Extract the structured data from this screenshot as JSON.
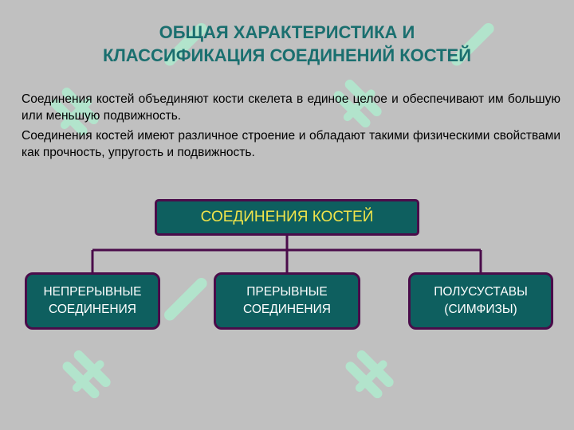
{
  "title": {
    "line1": "ОБЩАЯ ХАРАКТЕРИСТИКА И",
    "line2": "КЛАССИФИКАЦИЯ СОЕДИНЕНИЙ КОСТЕЙ"
  },
  "paragraphs": [
    "Соединения костей объединяют кости скелета в единое целое и обеспечивают им большую или меньшую подвижность.",
    "Соединения костей имеют различное строение и обладают такими физическими свойствами как прочность, упругость и подвижность."
  ],
  "diagram": {
    "root": "СОЕДИНЕНИЯ КОСТЕЙ",
    "children": [
      {
        "line1": "НЕПРЕРЫВНЫЕ",
        "line2": "СОЕДИНЕНИЯ"
      },
      {
        "line1": "ПРЕРЫВНЫЕ",
        "line2": "СОЕДИНЕНИЯ"
      },
      {
        "line1": "ПОЛУСУСТАВЫ",
        "line2": "(СИМФИЗЫ)"
      }
    ]
  },
  "colors": {
    "background": "#c0c0c0",
    "title": "#1a6f6f",
    "node_fill": "#0e5f5f",
    "node_border": "#4a0c4a",
    "root_text": "#f0e44a",
    "connector": "#4a0c4a",
    "watermark": "#aef0d0"
  }
}
